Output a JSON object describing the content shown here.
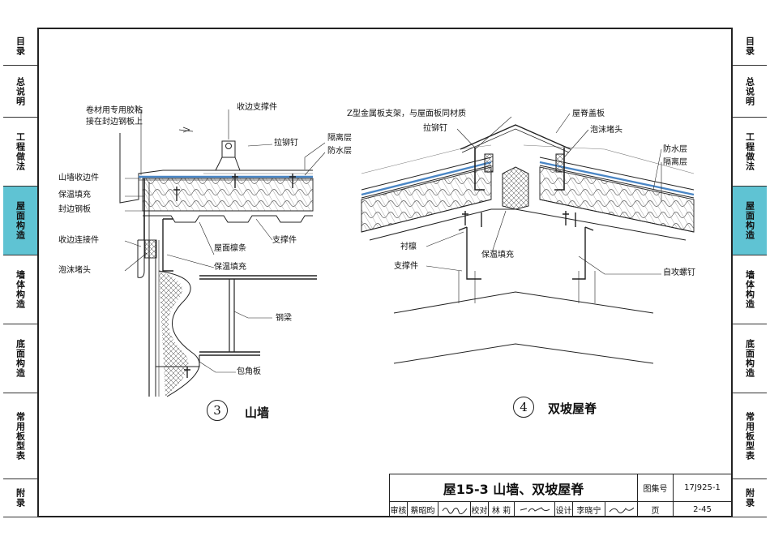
{
  "nav_left": [
    "目录",
    "总说明",
    "工程做法",
    "屋面构造",
    "墙体构造",
    "底面构造",
    "常用板型表",
    "附录"
  ],
  "nav_right": [
    "目录",
    "总说明",
    "工程做法",
    "屋面构造",
    "墙体构造",
    "底面构造",
    "常用板型表",
    "附录"
  ],
  "active_index": 3,
  "colors": {
    "active_tab": "#5fc3d3",
    "membrane": "#4a86c5"
  },
  "detail3": {
    "number": "3",
    "caption": "山墙",
    "labels": {
      "adhesive_1": "卷材用专用胶粘",
      "adhesive_2": "接在封边钢板上",
      "edge_support": "收边支撑件",
      "rivet": "拉铆钉",
      "isolation": "隔离层",
      "waterproof": "防水层",
      "wall_edge": "山墙收边件",
      "insulation_fill": "保温填充",
      "edge_plate": "封边钢板",
      "edge_connector": "收边连接件",
      "foam_plug": "泡沫堵头",
      "purlin": "屋面檩条",
      "insulation_fill_2": "保温填充",
      "support": "支撑件",
      "steel_beam": "钢梁",
      "corner_plate": "包角板"
    }
  },
  "detail4": {
    "number": "4",
    "caption": "双坡屋脊",
    "labels": {
      "z_bracket": "Z型金属板支架，与屋面板同材质",
      "rivet": "拉铆钉",
      "ridge_cover": "屋脊盖板",
      "foam_plug": "泡沫堵头",
      "waterproof": "防水层",
      "isolation": "隔离层",
      "lining_purlin": "衬檩",
      "support": "支撑件",
      "insulation_fill": "保温填充",
      "screw": "自攻螺钉"
    }
  },
  "title_block": {
    "title": "屋15-3  山墙、双坡屋脊",
    "atlas_label": "图集号",
    "atlas_no": "17J925-1",
    "review_label": "审核",
    "reviewer": "蔡昭昀",
    "check_label": "校对",
    "checker": "林 莉",
    "design_label": "设计",
    "designer": "李晓宁",
    "page_label": "页",
    "page_no": "2-45"
  }
}
